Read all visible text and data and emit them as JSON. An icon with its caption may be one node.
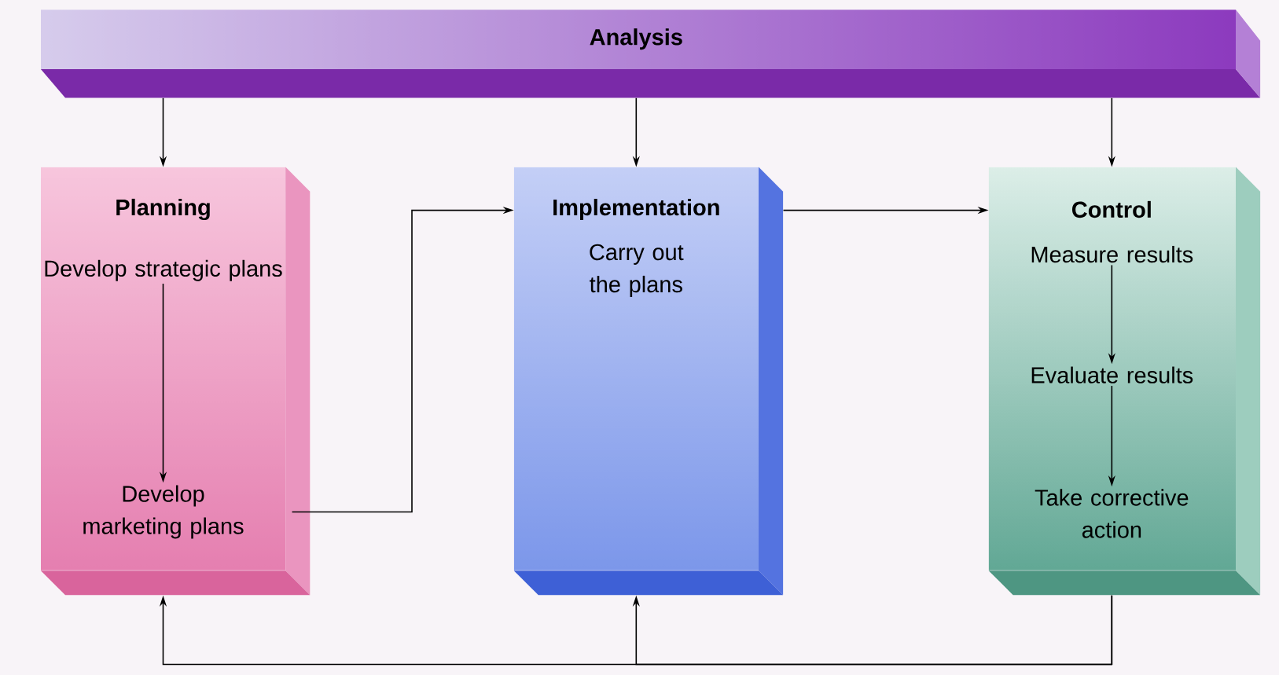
{
  "diagram": {
    "nodes": [
      {
        "text": [
          "Analysis"
        ]
      },
      {
        "text": [
          "Planning"
        ]
      },
      {
        "text": [
          "Develop strategic plans"
        ],
        "in": 1
      },
      {
        "text": [
          "Develop marketing plans"
        ],
        "in": 1
      },
      {
        "text": [
          "Implementation",
          "Carry out the plans"
        ]
      },
      {
        "text": [
          "Control"
        ]
      },
      {
        "text": [
          "Measure results"
        ],
        "in": 5
      },
      {
        "text": [
          "Evaluate results"
        ],
        "in": 5
      },
      {
        "text": [
          "Take corrective action"
        ],
        "in": 5
      }
    ],
    "edges": [
      {
        "from": 0,
        "to": 1,
        "arrow": "to"
      },
      {
        "from": 0,
        "to": 4,
        "arrow": "to"
      },
      {
        "from": 0,
        "to": 5,
        "arrow": "to"
      },
      {
        "from": 2,
        "to": 3,
        "arrow": "to"
      },
      {
        "from": 3,
        "to": 4,
        "arrow": "to"
      },
      {
        "from": 4,
        "to": 5,
        "arrow": "to"
      },
      {
        "from": 6,
        "to": 7,
        "arrow": "to"
      },
      {
        "from": 7,
        "to": 8,
        "arrow": "to"
      },
      {
        "from": 5,
        "to": 1,
        "arrow": "to"
      },
      {
        "from": 5,
        "to": 4,
        "arrow": "to"
      }
    ]
  }
}
